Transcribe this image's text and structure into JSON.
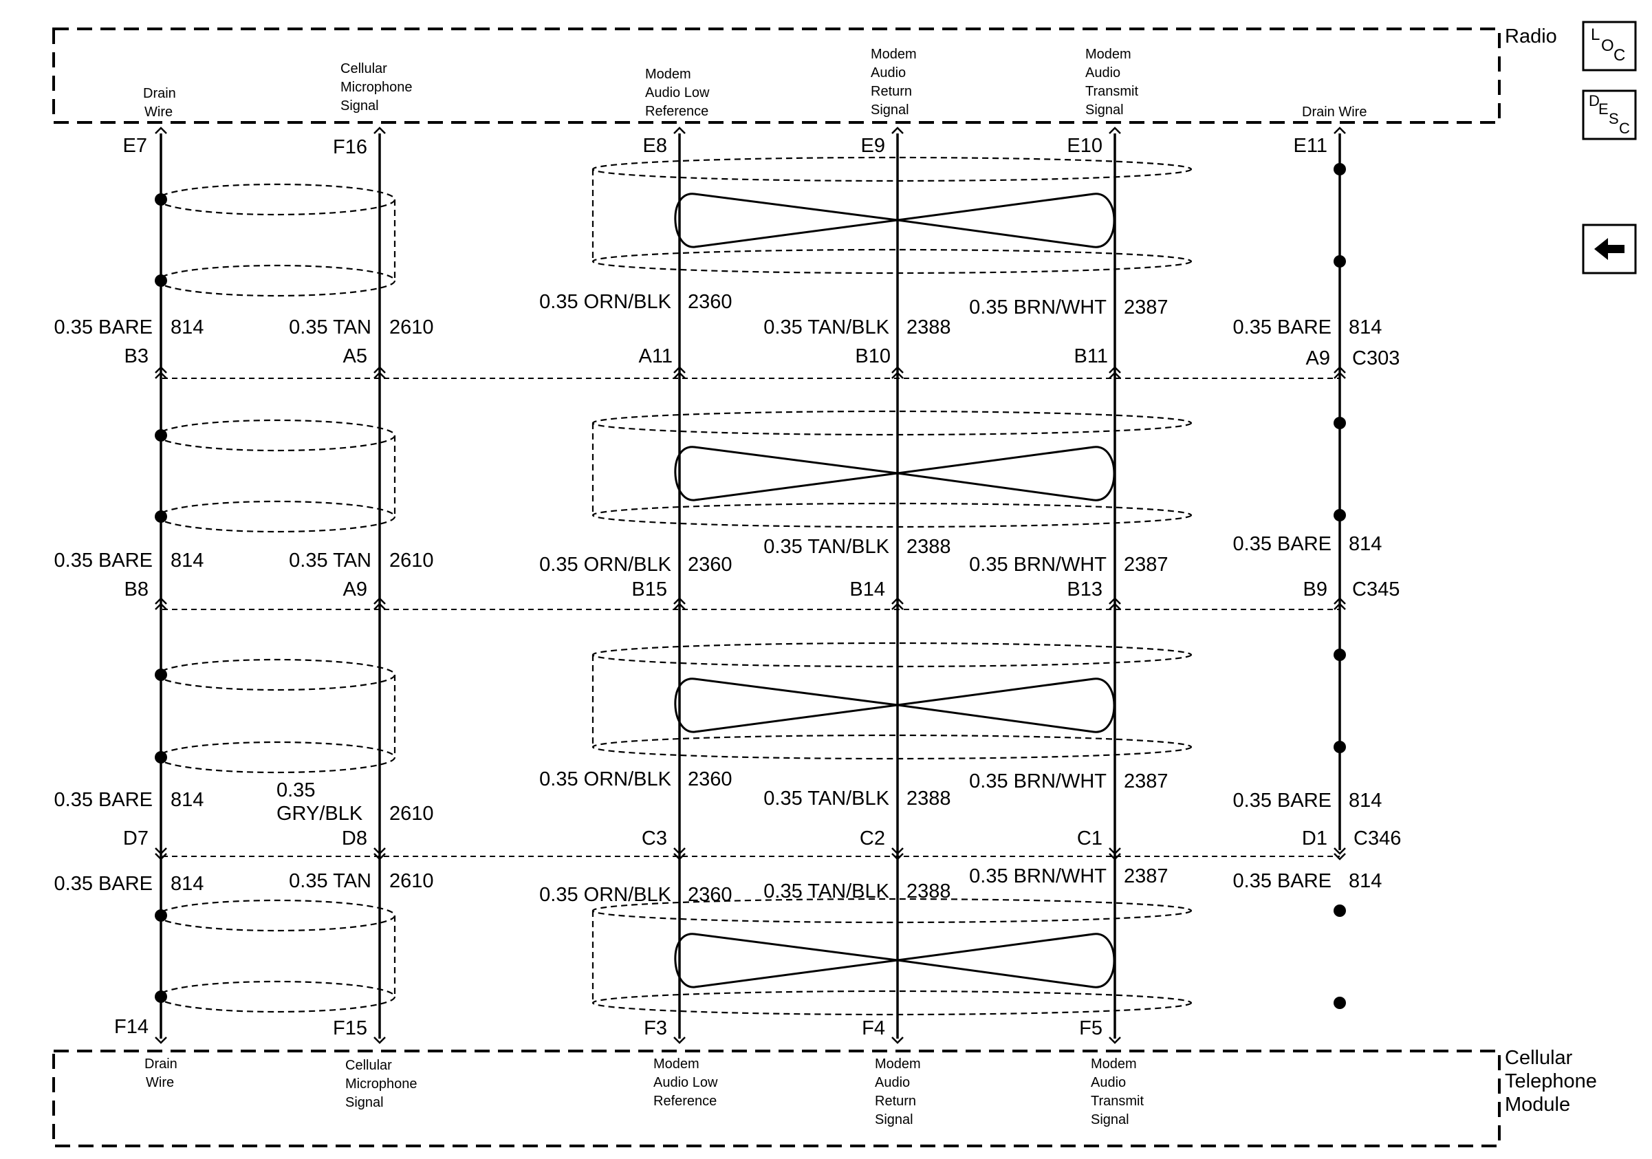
{
  "radio": {
    "title": "Radio",
    "pins": [
      {
        "name": [
          "Drain",
          "Wire"
        ],
        "code": "E7"
      },
      {
        "name": [
          "Cellular",
          "Microphone",
          "Signal"
        ],
        "code": "F16"
      },
      {
        "name": [
          "Modem",
          "Audio Low",
          "Reference"
        ],
        "code": "E8"
      },
      {
        "name": [
          "Modem",
          "Audio",
          "Return",
          "Signal"
        ],
        "code": "E9"
      },
      {
        "name": [
          "Modem",
          "Audio",
          "Transmit",
          "Signal"
        ],
        "code": "E10"
      },
      {
        "name": [
          "Drain Wire"
        ],
        "code": "E11"
      }
    ]
  },
  "module": {
    "title": [
      "Cellular",
      "Telephone",
      "Module"
    ],
    "pins": [
      {
        "name": [
          "Drain",
          "Wire"
        ],
        "code": "F14"
      },
      {
        "name": [
          "Cellular",
          "Microphone",
          "Signal"
        ],
        "code": "F15"
      },
      {
        "name": [
          "Modem",
          "Audio Low",
          "Reference"
        ],
        "code": "F3"
      },
      {
        "name": [
          "Modem",
          "Audio",
          "Return",
          "Signal"
        ],
        "code": "F4"
      },
      {
        "name": [
          "Modem",
          "Audio",
          "Transmit",
          "Signal"
        ],
        "code": "F5"
      }
    ]
  },
  "connectors": [
    {
      "name": "C303",
      "pins": [
        "B3",
        "A5",
        "A11",
        "B10",
        "B11",
        "A9"
      ]
    },
    {
      "name": "C345",
      "pins": [
        "B8",
        "A9",
        "B15",
        "B14",
        "B13",
        "B9"
      ]
    },
    {
      "name": "C346",
      "pins": [
        "D7",
        "D8",
        "C3",
        "C2",
        "C1",
        "D1"
      ]
    }
  ],
  "wire_labels": {
    "seg1": [
      {
        "spec": "0.35 BARE",
        "circuit": "814"
      },
      {
        "spec": "0.35 TAN",
        "circuit": "2610"
      },
      {
        "spec": "0.35 ORN/BLK",
        "circuit": "2360"
      },
      {
        "spec": "0.35 TAN/BLK",
        "circuit": "2388"
      },
      {
        "spec": "0.35 BRN/WHT",
        "circuit": "2387"
      },
      {
        "spec": "0.35 BARE",
        "circuit": "814"
      }
    ],
    "seg2": [
      {
        "spec": "0.35 BARE",
        "circuit": "814"
      },
      {
        "spec": "0.35 TAN",
        "circuit": "2610"
      },
      {
        "spec": "0.35 ORN/BLK",
        "circuit": "2360"
      },
      {
        "spec": "0.35 TAN/BLK",
        "circuit": "2388"
      },
      {
        "spec": "0.35 BRN/WHT",
        "circuit": "2387"
      },
      {
        "spec": "0.35 BARE",
        "circuit": "814"
      }
    ],
    "seg3": [
      {
        "spec": "0.35 BARE",
        "circuit": "814"
      },
      {
        "spec": [
          "0.35",
          "GRY/BLK"
        ],
        "circuit": "2610"
      },
      {
        "spec": "0.35 ORN/BLK",
        "circuit": "2360"
      },
      {
        "spec": "0.35 TAN/BLK",
        "circuit": "2388"
      },
      {
        "spec": "0.35 BRN/WHT",
        "circuit": "2387"
      },
      {
        "spec": "0.35 BARE",
        "circuit": "814"
      }
    ],
    "seg4": [
      {
        "spec": "0.35 BARE",
        "circuit": "814"
      },
      {
        "spec": "0.35 TAN",
        "circuit": "2610"
      },
      {
        "spec": "0.35 ORN/BLK",
        "circuit": "2360"
      },
      {
        "spec": "0.35 TAN/BLK",
        "circuit": "2388"
      },
      {
        "spec": "0.35 BRN/WHT",
        "circuit": "2387"
      },
      {
        "spec": "0.35 BARE",
        "circuit": "814"
      }
    ]
  },
  "icons": [
    {
      "name": "loc-icon",
      "letters": [
        "L",
        "O",
        "C"
      ]
    },
    {
      "name": "desc-icon",
      "letters": [
        "D",
        "E",
        "S",
        "C"
      ]
    },
    {
      "name": "back-arrow-icon"
    }
  ]
}
